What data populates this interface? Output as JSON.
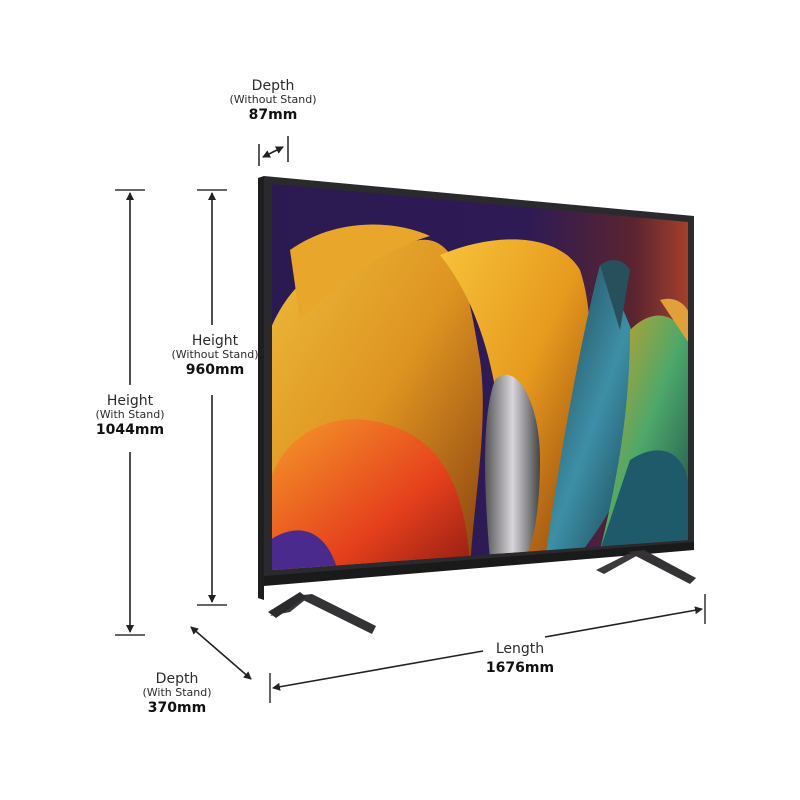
{
  "dimensions": {
    "depth_without_stand": {
      "title": "Depth",
      "subtitle": "(Without Stand)",
      "value": "87mm"
    },
    "height_without_stand": {
      "title": "Height",
      "subtitle": "(Without Stand)",
      "value": "960mm"
    },
    "height_with_stand": {
      "title": "Height",
      "subtitle": "(With Stand)",
      "value": "1044mm"
    },
    "depth_with_stand": {
      "title": "Depth",
      "subtitle": "(With Stand)",
      "value": "370mm"
    },
    "length": {
      "title": "Length",
      "value": "1676mm"
    }
  },
  "colors": {
    "line": "#222222",
    "bezel": "#2a2a2e",
    "screen_bg": "#2e1a55",
    "stand": "#3a3a3c"
  }
}
